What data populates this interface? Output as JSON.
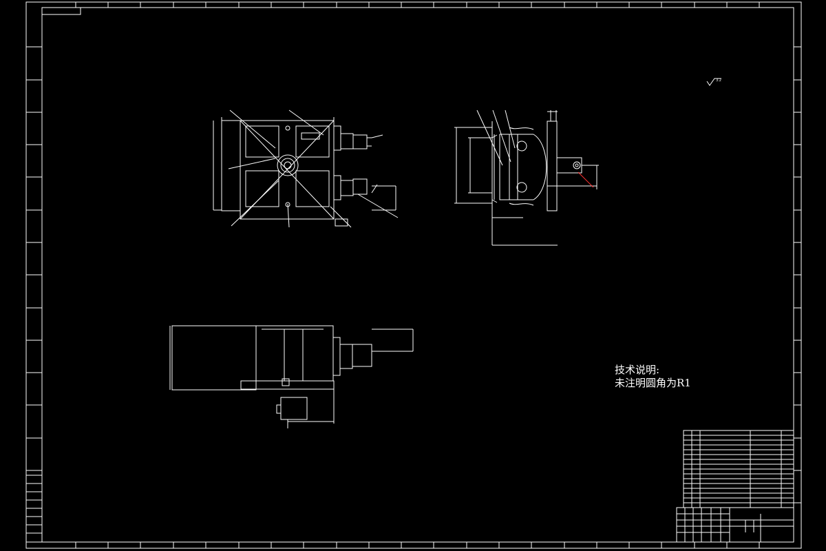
{
  "colors": {
    "background": "#000000",
    "linework": "#ffffff",
    "accent": "#ff3030"
  },
  "technical_note": {
    "heading": "技术说明:",
    "line1": "未注明圆角为R1"
  },
  "roughness_mark": {
    "value": "3.2"
  },
  "icons": {
    "roughness_symbol": "surface-roughness-symbol",
    "view_front": "front-view-drawing",
    "view_side": "side-view-drawing",
    "view_bottom": "top-view-drawing"
  }
}
